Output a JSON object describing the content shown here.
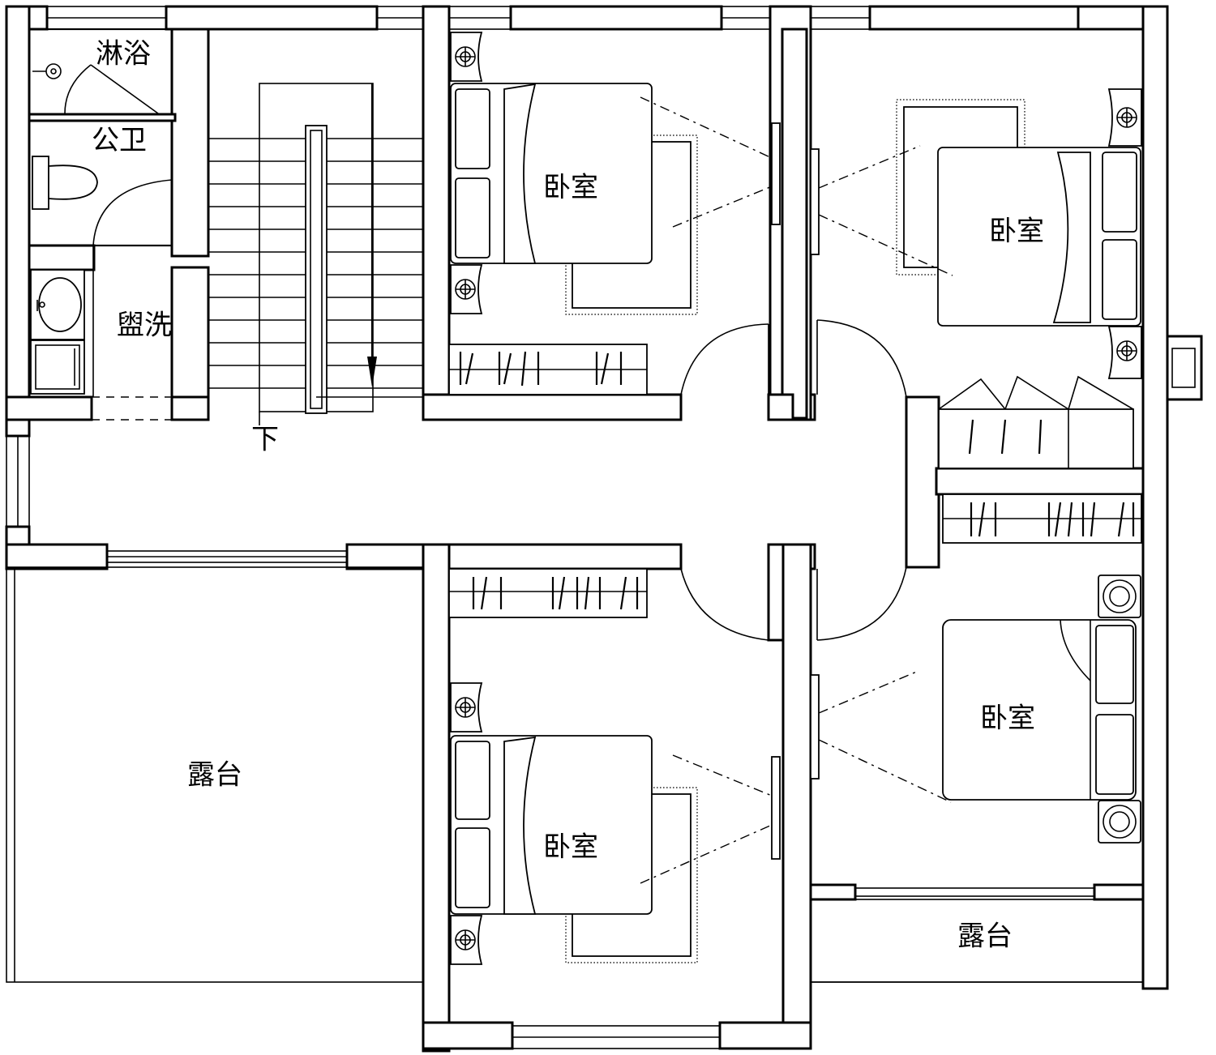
{
  "labels": {
    "shower": "淋浴",
    "public_wc": "公卫",
    "wash": "盥洗",
    "stair_down": "下",
    "bedroom_1": "卧室",
    "bedroom_2": "卧室",
    "bedroom_3": "卧室",
    "bedroom_4": "卧室",
    "terrace_large": "露台",
    "terrace_small": "露台"
  }
}
